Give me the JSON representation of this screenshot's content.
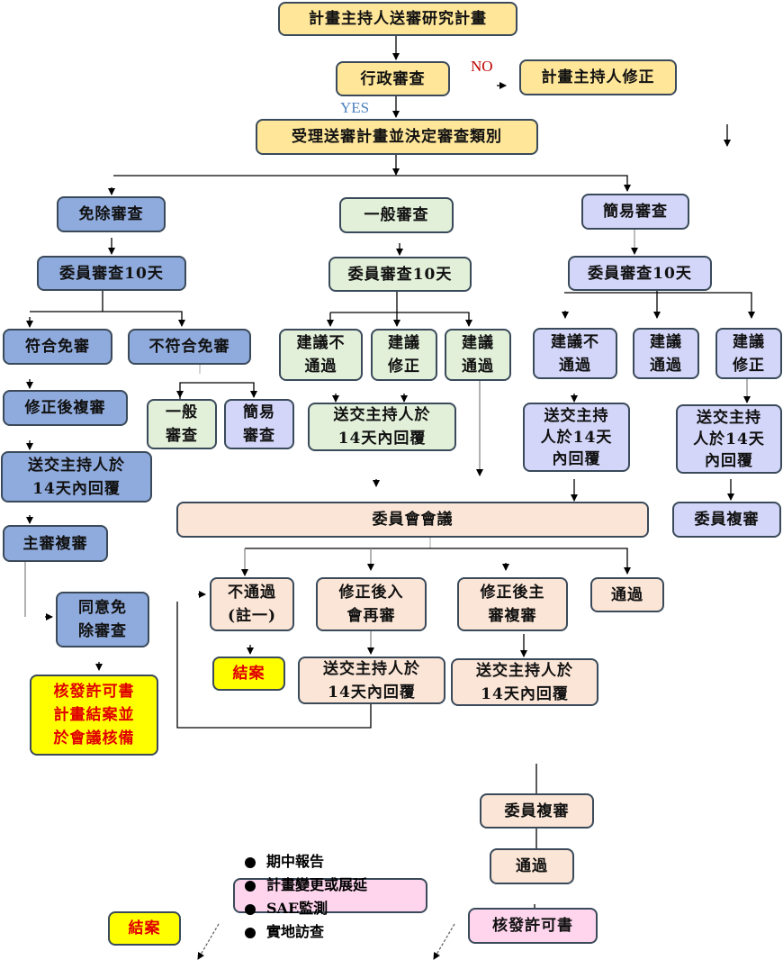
{
  "nodes": {
    "submit": "計畫主持人送審研究計畫",
    "admin_review": "行政審查",
    "pi_revise": "計畫主持人修正",
    "accept": "受理送審計畫並決定審查類別",
    "exempt": "免除審查",
    "general": "一般審查",
    "expedited": "簡易審查",
    "exempt_review10": "委員審查10天",
    "general_review10": "委員審查10天",
    "expedited_review10": "委員審查10天",
    "exempt_ok": "符合免審",
    "exempt_not_ok": "不符合免審",
    "exempt_rereview": "修正後複審",
    "exempt_reply14": "送交主持人於\n14天內回覆",
    "exempt_chief": "主審複審",
    "exempt_agree": "同意免\n除審查",
    "exempt_issue": "核發許可書\n計畫結案並\n於會議核備",
    "sub_general": "一般\n審查",
    "sub_expedited": "簡易\n審查",
    "g_reject": "建議不\n通過",
    "g_revise": "建議\n修正",
    "g_pass": "建議\n通過",
    "g_reply14": "送交主持人於\n14天內回覆",
    "e_reject": "建議不\n通過",
    "e_pass": "建議\n通過",
    "e_revise": "建議\n修正",
    "e_reply14a": "送交主持\n人於14天\n內回覆",
    "e_reply14b": "送交主持\n人於14天\n內回覆",
    "e_rereview": "委員複審",
    "committee": "委員會會議",
    "c_reject": "不通過\n(註一)",
    "c_revise_reenter": "修正後入\n會再審",
    "c_revise_chief": "修正後主\n審複審",
    "c_pass": "通過",
    "c_close": "結案",
    "c_reply14a": "送交主持人於\n14天內回覆",
    "c_reply14b": "送交主持人於\n14天內回覆",
    "f_rereview": "委員複審",
    "f_pass": "通過",
    "f_issue": "核發許可書",
    "f_close": "結案"
  },
  "labels": {
    "no": "NO",
    "yes": "YES"
  },
  "bullets": [
    "期中報告",
    "計畫變更或展延",
    "SAE監測",
    "實地訪查"
  ],
  "colors": {
    "no": "#C00000",
    "yes": "#4F81BD",
    "close_text": "#E00000"
  }
}
